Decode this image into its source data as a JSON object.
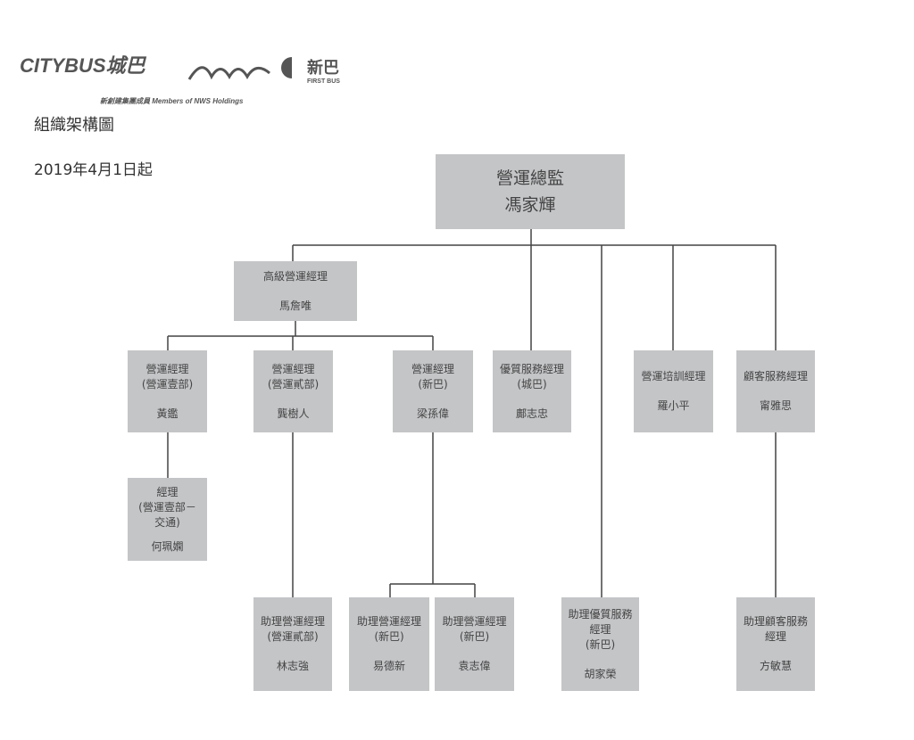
{
  "header": {
    "logo_citybus": "CITYBUS城巴",
    "logo_firstbus": "新巴",
    "logo_firstbus_en": "FIRST BUS",
    "logo_subtitle": "新創建集團成員 Members of NWS Holdings",
    "title": "組織架構圖",
    "effective_date": "2019年4月1日起"
  },
  "chart": {
    "director": {
      "title": "營運總監",
      "name": "馮家輝"
    },
    "senior": {
      "title": "高級營運經理",
      "name": "馬詹唯"
    },
    "ops1": {
      "title": "營運經理",
      "dept": "(營運壹部)",
      "name": "黃鑑"
    },
    "ops2": {
      "title": "營運經理",
      "dept": "(營運貳部)",
      "name": "龔樹人"
    },
    "ops3": {
      "title": "營運經理",
      "dept": "(新巴)",
      "name": "梁孫偉"
    },
    "quality": {
      "title": "優質服務經理",
      "dept": "(城巴)",
      "name": "鄺志忠"
    },
    "training": {
      "title": "營運培訓經理",
      "name": "羅小平"
    },
    "cs": {
      "title": "顧客服務經理",
      "name": "甯雅思"
    },
    "traffic": {
      "title": "經理",
      "dept": "(營運壹部－",
      "dept2": "交通)",
      "name": "何珮嫻"
    },
    "asst1": {
      "title": "助理營運經理",
      "dept": "(營運貳部)",
      "name": "林志強"
    },
    "asst2": {
      "title": "助理營運經理",
      "dept": "(新巴)",
      "name": "易德新"
    },
    "asst3": {
      "title": "助理營運經理",
      "dept": "(新巴)",
      "name": "袁志偉"
    },
    "asst4": {
      "title": "助理優質服務",
      "title2": "經理",
      "dept": "(新巴)",
      "name": "胡家榮"
    },
    "asst5": {
      "title": "助理顧客服務",
      "title2": "經理",
      "name": "方敏慧"
    }
  }
}
